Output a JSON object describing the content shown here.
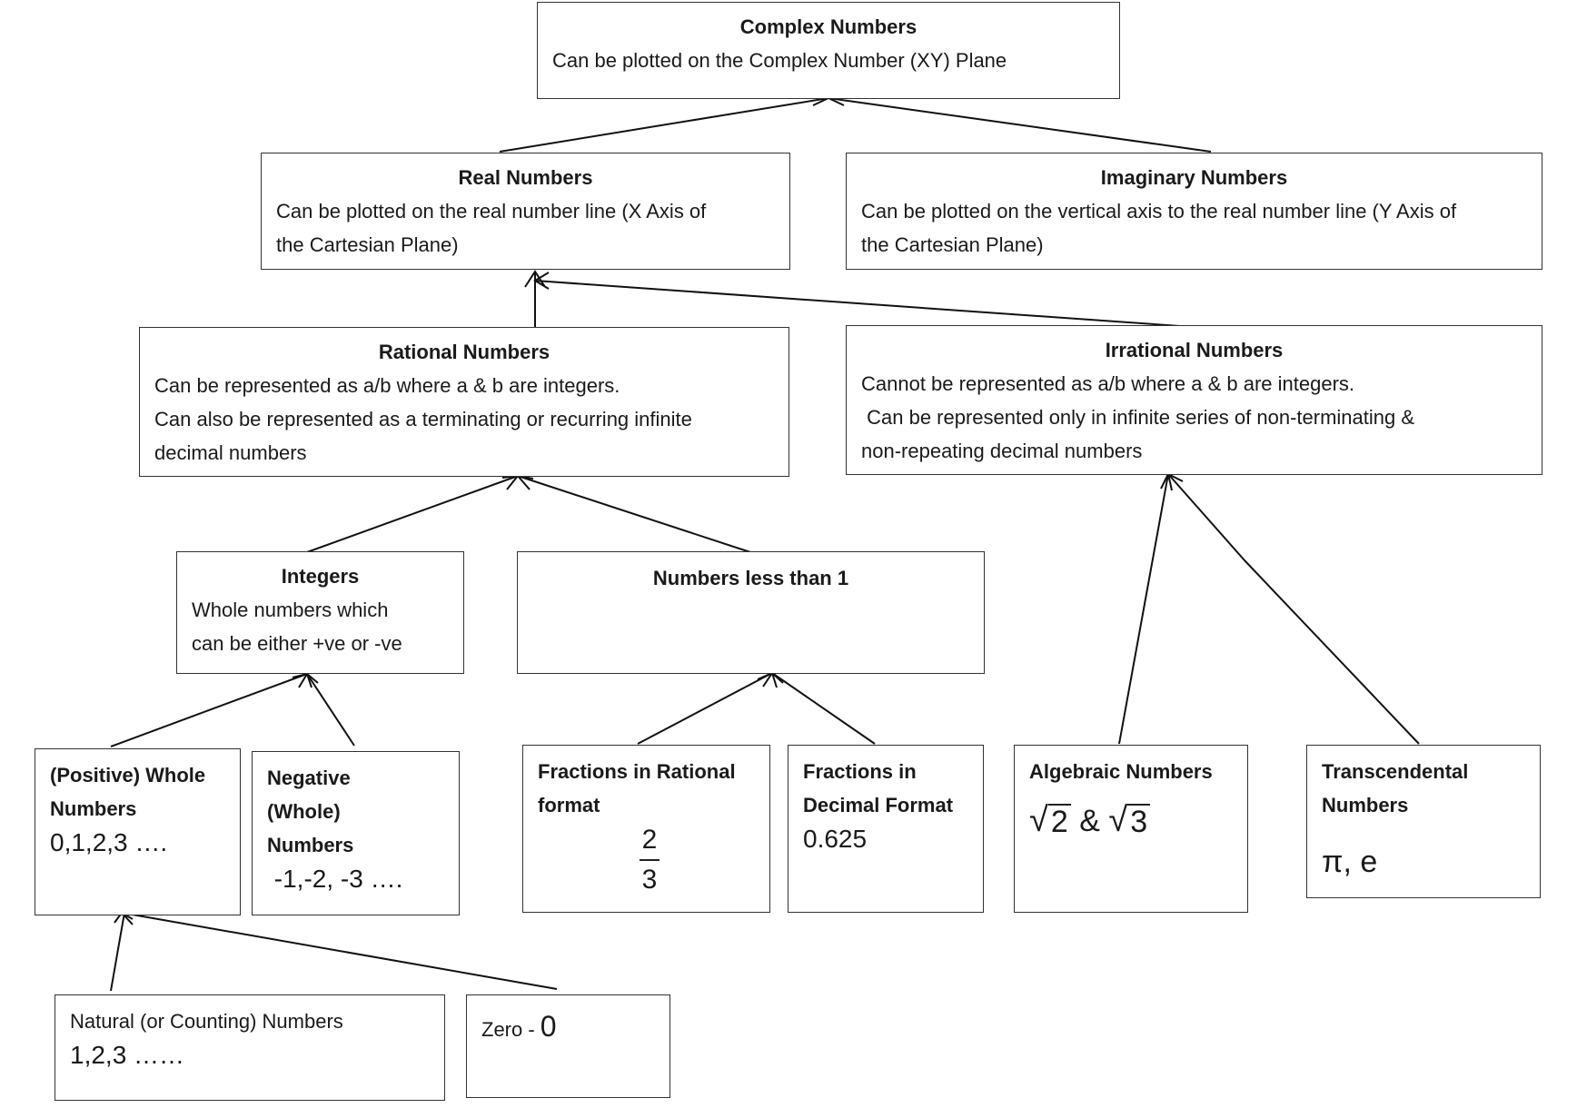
{
  "nodes": {
    "complex": {
      "title": "Complex Numbers",
      "lines": [
        "Can be plotted on the Complex Number (XY) Plane"
      ]
    },
    "real": {
      "title": "Real Numbers",
      "lines": [
        "Can be plotted on the real number line (X Axis of",
        "the Cartesian Plane)"
      ]
    },
    "imaginary": {
      "title": "Imaginary Numbers",
      "lines": [
        "Can be plotted on the vertical axis to the real number line (Y Axis of",
        "the Cartesian Plane)"
      ]
    },
    "rational": {
      "title": "Rational Numbers",
      "lines": [
        "Can be represented as a/b where a & b are integers.",
        "Can also be represented as a terminating or recurring infinite",
        "decimal numbers"
      ]
    },
    "irrational": {
      "title": "Irrational Numbers",
      "lines": [
        "Cannot be represented as a/b where a & b are integers.",
        " Can be represented only in infinite series of non-terminating &",
        "non-repeating decimal numbers"
      ]
    },
    "integers": {
      "title": "Integers",
      "lines": [
        "Whole numbers which",
        "can be either +ve or -ve"
      ]
    },
    "less_than_one": {
      "title": "Numbers less than 1"
    },
    "positive_whole": {
      "title_lines": [
        "(Positive) Whole",
        "Numbers"
      ],
      "example": "0,1,2,3 …."
    },
    "negative_whole": {
      "title_lines": [
        "Negative",
        "(Whole)",
        "Numbers"
      ],
      "example": " -1,-2, -3 …."
    },
    "fraction_rational": {
      "title_lines": [
        "Fractions in Rational",
        "format"
      ],
      "numerator": "2",
      "denominator": "3"
    },
    "fraction_decimal": {
      "title_lines": [
        "Fractions in",
        "Decimal Format"
      ],
      "example": "0.625"
    },
    "algebraic": {
      "title": "Algebraic Numbers",
      "radical_symbol": "√",
      "radicand_a": "2",
      "conjunction": "&",
      "radicand_b": "3"
    },
    "transcendental": {
      "title_lines": [
        "Transcendental",
        "Numbers"
      ],
      "example": "π, e"
    },
    "natural": {
      "title": "Natural (or Counting) Numbers",
      "example": "1,2,3 ……"
    },
    "zero": {
      "label": "Zero - ",
      "value": "0"
    }
  }
}
